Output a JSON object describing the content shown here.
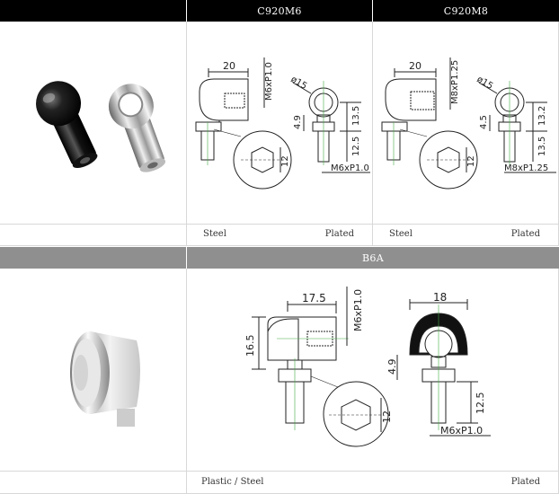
{
  "row1": {
    "headers": [
      "C920M6",
      "C920M8"
    ],
    "c920m6": {
      "dims": {
        "length": "20",
        "thread": "M6xP1.0",
        "ball": "ø15",
        "a": "4.9",
        "b": "13.5",
        "c": "12.5",
        "hex": "12",
        "bottom_thread": "M6xP1.0"
      },
      "material": "Steel",
      "finish": "Plated"
    },
    "c920m8": {
      "dims": {
        "length": "20",
        "thread": "M8xP1.25",
        "ball": "ø15",
        "a": "4.5",
        "b": "13.2",
        "c": "13.5",
        "hex": "12",
        "bottom_thread": "M8xP1.25"
      },
      "material": "Steel",
      "finish": "Plated"
    }
  },
  "row2": {
    "header": "B6A",
    "dims": {
      "length": "17.5",
      "thread": "M6xP1.0",
      "width": "18",
      "height": "16.5",
      "a": "4.9",
      "c": "12.5",
      "hex": "12",
      "bottom_thread": "M6xP1.0"
    },
    "material": "Plastic / Steel",
    "finish": "Plated"
  }
}
